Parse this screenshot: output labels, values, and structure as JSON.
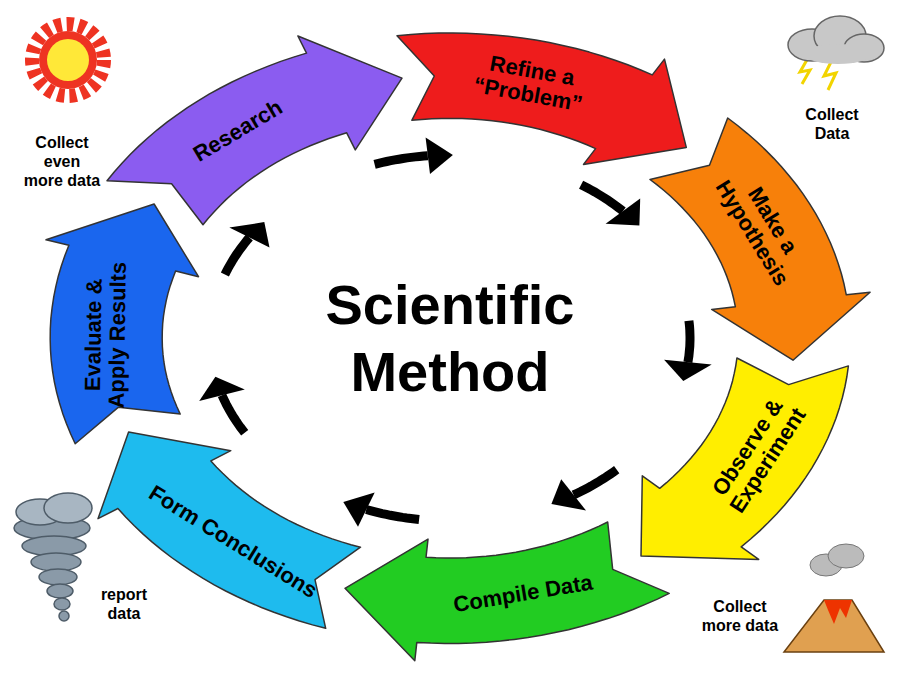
{
  "diagram": {
    "title": "Scientific Method",
    "nodes": [
      {
        "text": [
          "Research"
        ]
      },
      {
        "text": [
          "Refine a “Problem”"
        ]
      },
      {
        "text": [
          "Make a Hypothesis"
        ]
      },
      {
        "text": [
          "Observe & Experiment"
        ]
      },
      {
        "text": [
          "Compile Data"
        ]
      },
      {
        "text": [
          "Form Conclusions"
        ]
      },
      {
        "text": [
          "Evaluate & Apply Results"
        ]
      }
    ],
    "labels": [
      "Collect even more data",
      "Collect Data",
      "Collect more data",
      "report data"
    ]
  }
}
